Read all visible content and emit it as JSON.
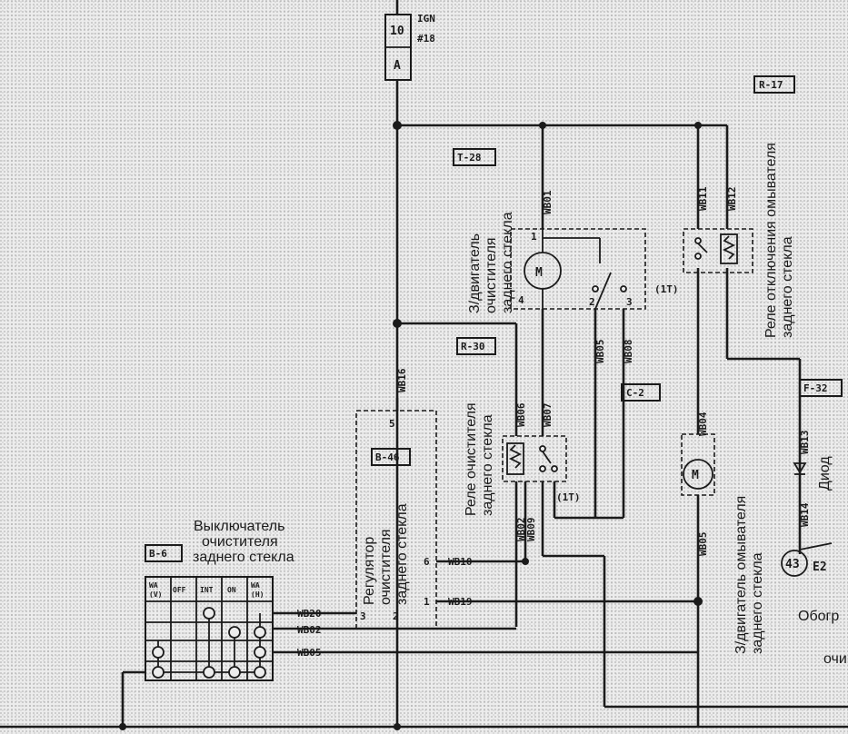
{
  "fuse": {
    "amp_top": "10",
    "amp_bottom": "A",
    "circuit_line1": "IGN",
    "circuit_line2": "#18"
  },
  "connectors": {
    "r17": "R-17",
    "t28": "T-28",
    "r30": "R-30",
    "b46": "B-46",
    "c2": "C-2",
    "f32": "F-32",
    "b6": "B-6"
  },
  "components": {
    "rear_wiper_motor": [
      "З/двигатель",
      "очистителя",
      "заднего стекла"
    ],
    "washer_cutoff_relay": [
      "Реле отключения омывателя",
      "заднего стекла"
    ],
    "wiper_relay": [
      "Реле очистителя",
      "заднего стекла"
    ],
    "wiper_regulator": [
      "Регулятор",
      "очистителя",
      "заднего стекла"
    ],
    "washer_motor": [
      "З/двигатель омывателя",
      "заднего стекла"
    ],
    "diode": "Диод",
    "rear_switch": [
      "Выключатель",
      "очистителя",
      "заднего стекла"
    ],
    "heater_partial_1": "Обогр",
    "heater_partial_2": "очи",
    "ground": "E2",
    "ground_num": "43"
  },
  "wires": {
    "wb01": "WB01",
    "wb11": "WB11",
    "wb12": "WB12",
    "wb16": "WB16",
    "wb06": "WB06",
    "wb07": "WB07",
    "wb08": "WB08",
    "wb05": "WB05",
    "wb04": "WB04",
    "wb13": "WB13",
    "wb14": "WB14",
    "wb02": "WB02",
    "wb09": "WB09",
    "wb10": "WB10",
    "wb19": "WB19",
    "wb20": "WB20"
  },
  "pins": {
    "motor_1": "1",
    "motor_2": "2",
    "motor_3": "3",
    "motor_4": "4",
    "reg_5": "5",
    "reg_6": "6",
    "reg_1": "1",
    "reg_2": "2",
    "reg_3": "3",
    "relay_1t_a": "(1T)",
    "relay_1t_b": "(1T)"
  },
  "switch_table": {
    "headers": [
      "WA (V)",
      "OFF",
      "INT",
      "ON",
      "WA (H)"
    ]
  }
}
